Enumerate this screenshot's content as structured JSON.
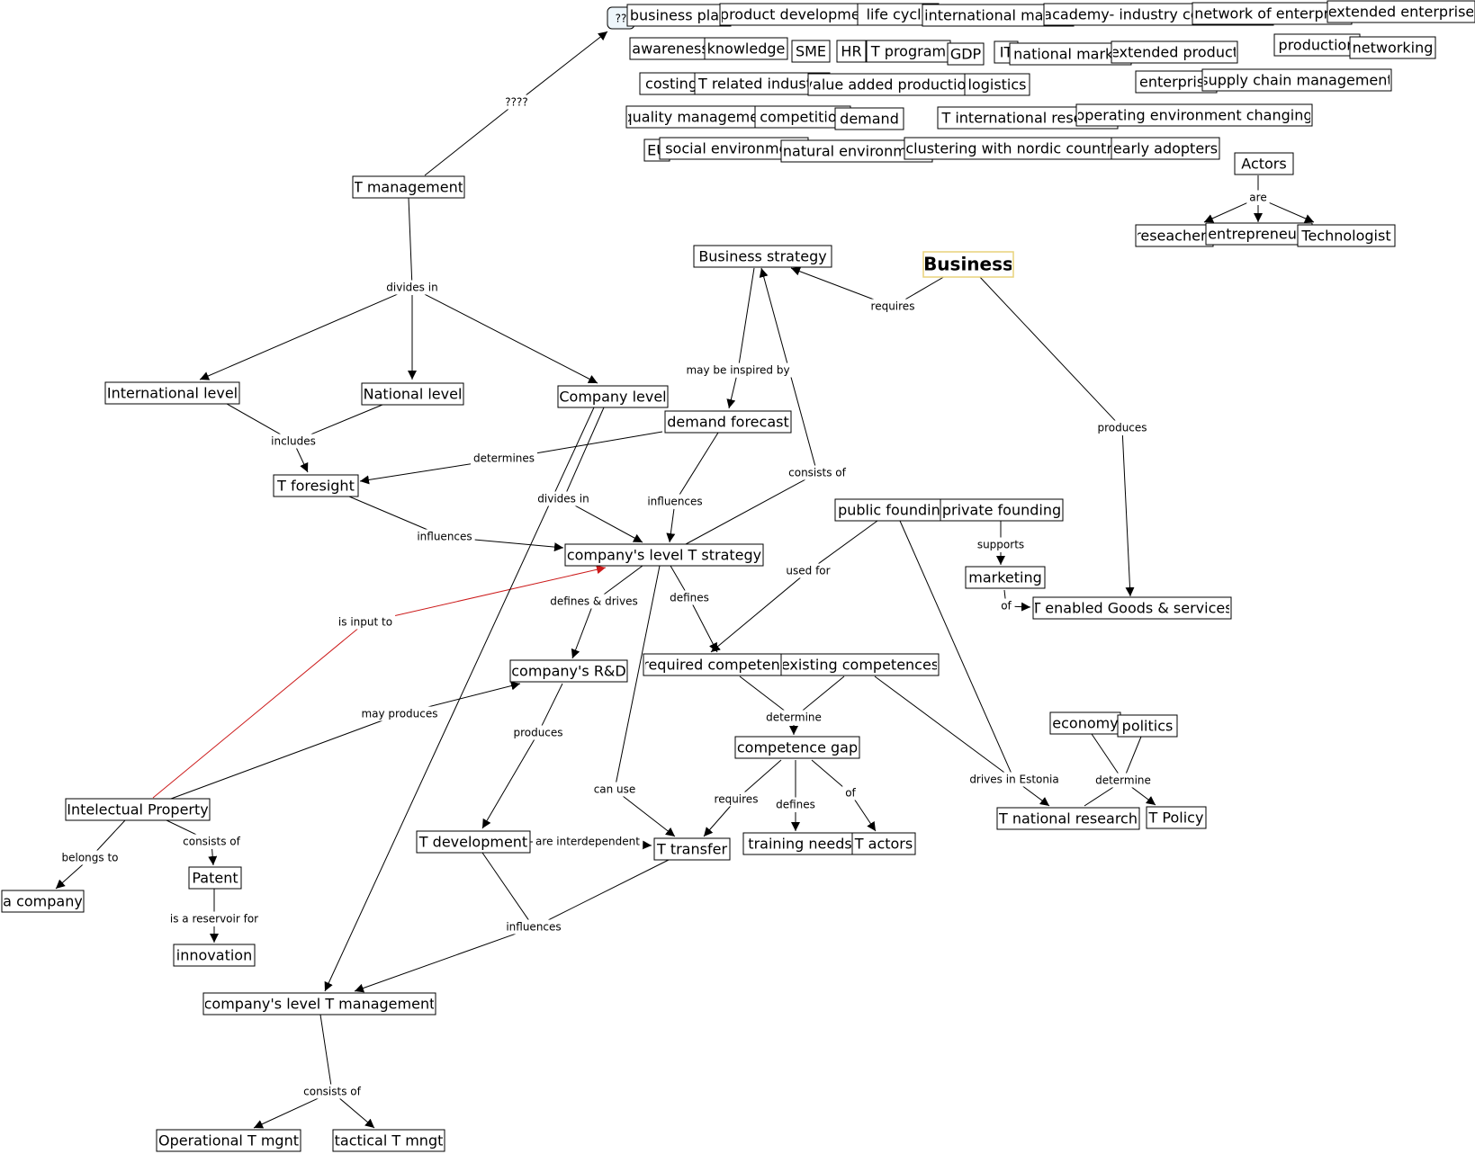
{
  "colors": {
    "line": "#000000",
    "highlight": "#cc1a1a",
    "selected_border": "#e8d27a"
  },
  "concepts": {
    "q": "??",
    "business_plan": "business plan",
    "product_development": "product development",
    "life_cycle": "life cycle",
    "international_market": "international market",
    "academy_industry": "academy- industry co-operation",
    "network_of_enterprise": "network of enterprise",
    "extended_enterprise": "extended enterprise",
    "awareness": "awareness",
    "knowledge": "knowledge",
    "sme": "SME",
    "hr": "HR",
    "t_program": "T program",
    "gdp": "GDP",
    "it": "IT",
    "national_market": "national market",
    "extended_product": "extended product",
    "production": "production",
    "networking": "networking",
    "costing": "costing",
    "t_related_industry": "T related industry",
    "value_added_production": "value added production",
    "logistics": "logistics",
    "enterprise": "enterprise",
    "supply_chain": "supply chain management",
    "quality_management": "quality management",
    "competition": "competition",
    "demand": "demand",
    "t_international_research": "T international research",
    "operating_environment": "operating environment changing",
    "eu": "EU",
    "social_environment": "social environment",
    "natural_environment": "natural environment",
    "clustering_nordic": "clustering with nordic countries",
    "early_adopters": "early adopters",
    "actors": "Actors",
    "reseachers": "reseachers",
    "entrepreneurs": "entrepreneurs",
    "technologist": "Technologist",
    "t_management": "T management",
    "business_strategy": "Business strategy",
    "business": "Business",
    "international_level": "International level",
    "national_level": "National level",
    "company_level": "Company level",
    "demand_forecast": "demand forecast",
    "t_foresight": "T foresight",
    "public_founding": "public founding",
    "private_founding": "private founding",
    "marketing": "marketing",
    "t_enabled_goods": "T enabled Goods & services",
    "company_t_strategy": "company's level  T strategy",
    "company_rnd": "company's R&D",
    "required_competences": "required competences",
    "existing_competences": "existing competences",
    "competence_gap": "competence gap",
    "economy": "economy",
    "politics": "politics",
    "intelectual_property": "Intelectual Property",
    "t_development": "T development",
    "t_transfer": "T transfer",
    "training_needs": "training needs",
    "t_actors": "T actors",
    "t_national_research": "T national research",
    "t_policy": "T Policy",
    "a_company": "a company",
    "patent": "Patent",
    "innovation": "innovation",
    "company_t_management": "company's level  T management",
    "operational_t_mgnt": "Operational T mgnt",
    "tactical_t_mngt": "tactical T mngt"
  },
  "links": {
    "qqqq": "????",
    "are": "are",
    "divides_in_1": "divides in",
    "requires_1": "requires",
    "may_be_inspired_by": "may be inspired by",
    "includes": "includes",
    "determines": "determines",
    "produces_1": "produces",
    "divides_in_2": "divides in",
    "influences_1": "influences",
    "consists_of_1": "consists of",
    "influences_2": "influences",
    "supports": "supports",
    "used_for": "used for",
    "of_1": "of",
    "defines_drives": "defines & drives",
    "defines_1": "defines",
    "is_input_to": "is input to",
    "may_produces": "may produces",
    "determine_1": "determine",
    "produces_2": "produces",
    "drives_in_estonia": "drives in Estonia",
    "determine_2": "determine",
    "can_use": "can use",
    "requires_2": "requires",
    "defines_2": "defines",
    "of_2": "of",
    "consists_of_2": "consists of",
    "belongs_to": "belongs to",
    "are_interdependent": "are interdependent",
    "is_reservoir_for": "is a reservoir for",
    "influences_3": "influences",
    "consists_of_3": "consists of"
  }
}
